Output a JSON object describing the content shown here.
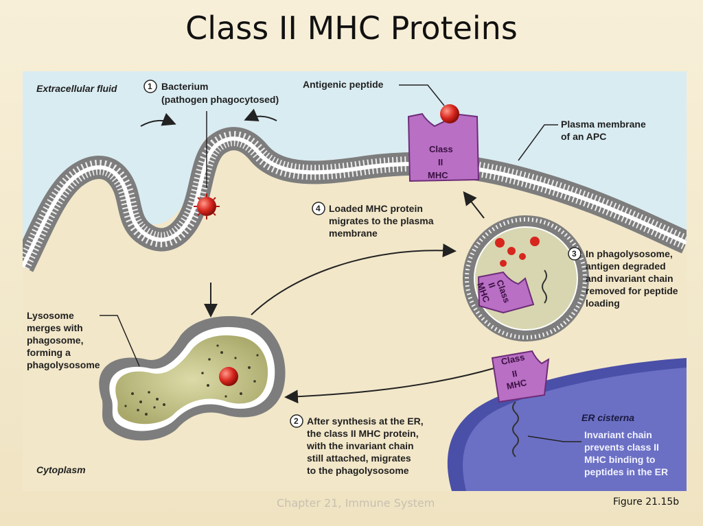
{
  "slide": {
    "title": "Class II MHC Proteins",
    "footer": "Chapter 21, Immune System",
    "figure_number": "Figure 21.15b"
  },
  "diagram": {
    "regions": {
      "extracellular": "Extracellular fluid",
      "cytoplasm": "Cytoplasm",
      "er": "ER cisterna"
    },
    "step1": {
      "number": "1",
      "line1": "Bacterium",
      "line2": "(pathogen phagocytosed)"
    },
    "antigenic_peptide": "Antigenic peptide",
    "plasma_membrane": {
      "line1": "Plasma membrane",
      "line2": "of an APC"
    },
    "step4": {
      "number": "4",
      "line1": "Loaded MHC protein",
      "line2": "migrates to the plasma",
      "line3": "membrane"
    },
    "step3": {
      "number": "3",
      "line1": "In phagolysosome,",
      "line2": "antigen degraded",
      "line3": "and invariant chain",
      "line4": "removed for peptide",
      "line5": "loading"
    },
    "lysosome_note": {
      "line1": "Lysosome",
      "line2": "merges with",
      "line3": "phagosome,",
      "line4": "forming a",
      "line5": "phagolysosome"
    },
    "step2": {
      "number": "2",
      "line1": "After synthesis at the ER,",
      "line2": "the class II MHC protein,",
      "line3": "with the invariant chain",
      "line4": "still attached, migrates",
      "line5": "to the phagolysosome"
    },
    "invariant_note": {
      "line1": "Invariant chain",
      "line2": "prevents class II",
      "line3": "MHC binding to",
      "line4": "peptides in the ER"
    },
    "mhc_label": {
      "line1": "Class",
      "line2": "II",
      "line3": "MHC"
    }
  },
  "colors": {
    "extracellular_fill": "#d9ecf2",
    "cytoplasm_fill": "#f2e7c9",
    "er_fill": "#4a4fa8",
    "mhc_fill": "#b86fc4",
    "bacterium": "#d7261e",
    "lysosome_fill": "#c9c88e"
  }
}
